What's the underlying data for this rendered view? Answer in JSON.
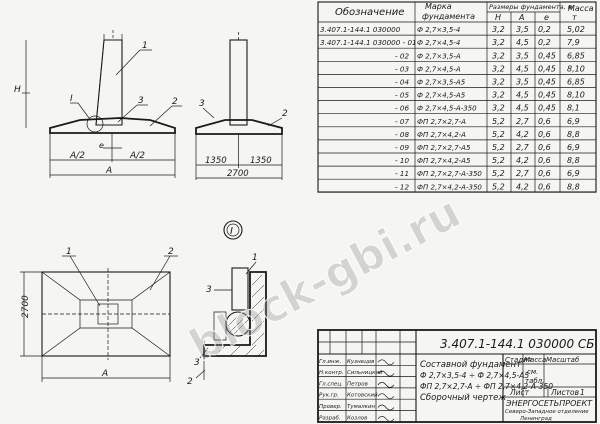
{
  "table": {
    "headers": {
      "designation": "Обозначение",
      "mark_line1": "Марка",
      "mark_line2": "фундамента",
      "dimensions": "Размеры фундамента, м",
      "h": "Н",
      "a": "А",
      "e": "е",
      "mass_line1": "Масса",
      "mass_line2": "т"
    },
    "rows": [
      {
        "designation": "3.407.1-144.1 030000",
        "mark": "Ф 2,7×3,5-4",
        "h": "3,2",
        "a": "3,5",
        "e": "0,2",
        "mass": "5,02"
      },
      {
        "designation": "3.407.1-144.1 030000 - 01",
        "mark": "Ф 2,7×4,5-4",
        "h": "3,2",
        "a": "4,5",
        "e": "0,2",
        "mass": "7,9"
      },
      {
        "designation": "- 02",
        "mark": "Ф 2,7×3,5-А",
        "h": "3,2",
        "a": "3,5",
        "e": "0,45",
        "mass": "6,85"
      },
      {
        "designation": "- 03",
        "mark": "Ф 2,7×4,5-А",
        "h": "3,2",
        "a": "4,5",
        "e": "0,45",
        "mass": "8,10"
      },
      {
        "designation": "- 04",
        "mark": "Ф 2,7×3,5-А5",
        "h": "3,2",
        "a": "3,5",
        "e": "0,45",
        "mass": "6,85"
      },
      {
        "designation": "- 05",
        "mark": "Ф 2,7×4,5-А5",
        "h": "3,2",
        "a": "4,5",
        "e": "0,45",
        "mass": "8,10"
      },
      {
        "designation": "- 06",
        "mark": "Ф 2,7×4,5-А-350",
        "h": "3,2",
        "a": "4,5",
        "e": "0,45",
        "mass": "8,1"
      },
      {
        "designation": "- 07",
        "mark": "ФП 2,7×2,7-А",
        "h": "5,2",
        "a": "2,7",
        "e": "0,6",
        "mass": "6,9"
      },
      {
        "designation": "- 08",
        "mark": "ФП 2,7×4,2-А",
        "h": "5,2",
        "a": "4,2",
        "e": "0,6",
        "mass": "8,8"
      },
      {
        "designation": "- 09",
        "mark": "ФП 2,7×2,7-А5",
        "h": "5,2",
        "a": "2,7",
        "e": "0,6",
        "mass": "6,9"
      },
      {
        "designation": "- 10",
        "mark": "ФП 2,7×4,2-А5",
        "h": "5,2",
        "a": "4,2",
        "e": "0,6",
        "mass": "8,8"
      },
      {
        "designation": "- 11",
        "mark": "ФП 2,7×2,7-А-350",
        "h": "5,2",
        "a": "2,7",
        "e": "0,6",
        "mass": "6,9"
      },
      {
        "designation": "- 12",
        "mark": "ФП 2,7×4,2-А-350",
        "h": "5,2",
        "a": "4,2",
        "e": "0,6",
        "mass": "8,8"
      }
    ]
  },
  "front_view": {
    "h_label": "Н",
    "callout_1": "1",
    "callout_2": "2",
    "callout_3": "3",
    "detail_ref": "I",
    "dim_a_half": "А/2",
    "dim_a": "А",
    "dim_e": "е"
  },
  "side_view": {
    "callout_2": "2",
    "callout_3": "3",
    "dim_half": "1350",
    "dim_total": "2700"
  },
  "plan_view": {
    "callout_1": "1",
    "callout_2": "2",
    "dim_height": "2700",
    "dim_a": "А"
  },
  "detail_view": {
    "title": "I",
    "callout_1": "1",
    "callout_2": "2",
    "callout_3": "3"
  },
  "title_block": {
    "code": "3.407.1-144.1 030000 СБ",
    "name": "Составной фундамент",
    "marks_line1": "Ф 2,7×3,5-4 ÷ Ф 2,7×4,5-А5",
    "marks_line2": "ФП 2,7×2,7-А ÷ ФП 2,7×4,2-А-350",
    "sheet_type": "Сборочный чертеж",
    "stage_label": "Стадия",
    "mass_label": "Масса",
    "scale_label": "Масштаб",
    "mass_value_1": "см.",
    "mass_value_2": "табл.",
    "sheet_label": "Лист",
    "sheets_label": "Листов",
    "sheets_count": "1",
    "org": "ЭНЕРГОСЕТЬПРОЕКТ",
    "org_dept": "Северо-Западное отделение",
    "org_city": "Ленинград",
    "staff": [
      {
        "role": "Гл.инж.",
        "name": "Кузнецов"
      },
      {
        "role": "Н.контр.",
        "name": "Сильницкий"
      },
      {
        "role": "Гл.спец.",
        "name": "Петров"
      },
      {
        "role": "Рук.гр.",
        "name": "Котовский"
      },
      {
        "role": "Провер.",
        "name": "Тумалкин"
      },
      {
        "role": "Разраб.",
        "name": "Козлов"
      }
    ]
  },
  "watermark": "block-gbi.ru"
}
